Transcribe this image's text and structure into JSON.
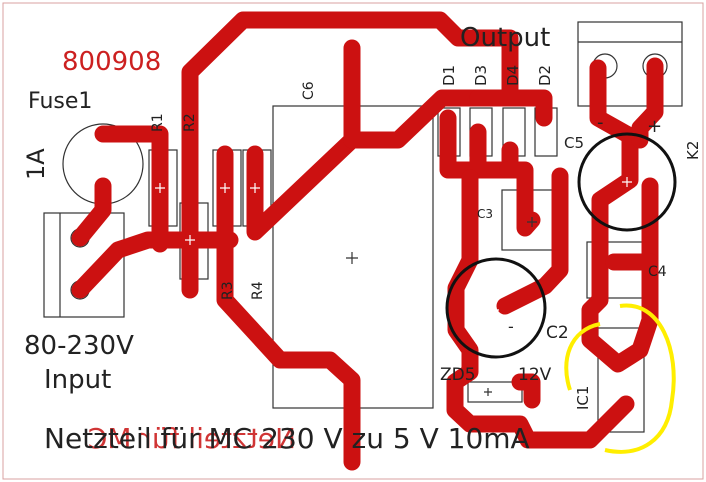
{
  "labels": {
    "board_id": "800908",
    "fuse_name": "Fuse1",
    "fuse_rating": "1A",
    "input_voltage": "80-230V",
    "input_label": "Input",
    "output_label": "Output",
    "r1": "R1",
    "r2": "R2",
    "r3": "R3",
    "r4": "R4",
    "c6": "C6",
    "d1": "D1",
    "d3": "D3",
    "d4": "D4",
    "d2": "D2",
    "c5": "C5",
    "c3": "C3",
    "c4": "C4",
    "c2": "C2",
    "k2": "K2",
    "ic1": "IC1",
    "zd5": "ZD5",
    "zd_voltage": "12V",
    "minus": "-",
    "plus": "+",
    "bottom_text": "Netzteil für MC 230 V zu 5 V 10mA",
    "bottom_text_mirrored": "Netzteil für MC"
  },
  "colors": {
    "trace": "#cc1111",
    "outline": "#333333",
    "highlight": "#ffee00",
    "circle": "#111111",
    "silk_red": "#cc2020"
  }
}
